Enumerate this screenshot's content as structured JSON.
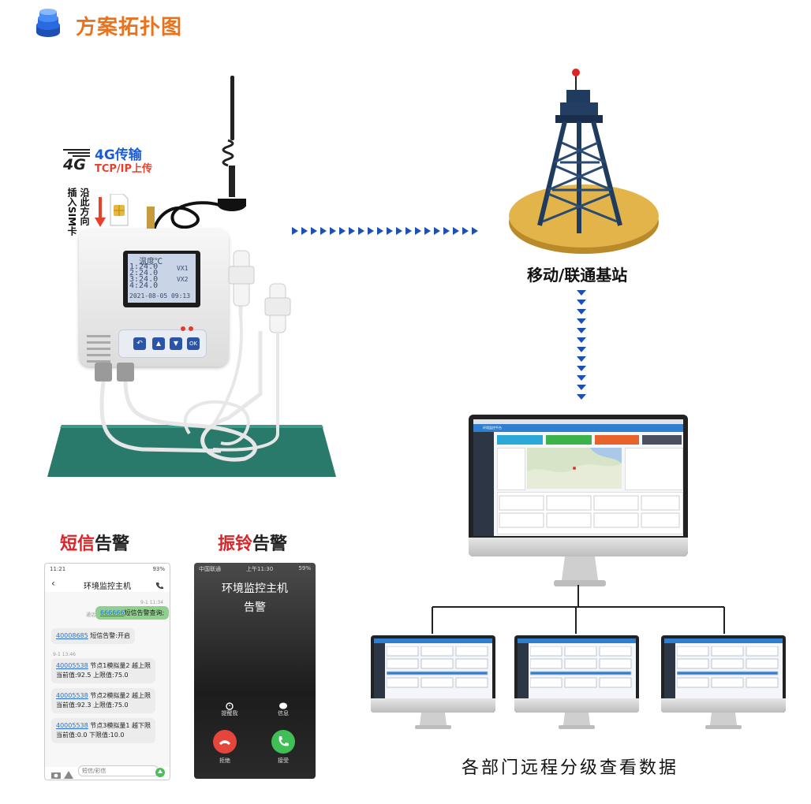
{
  "header": {
    "title": "方案拓扑图",
    "icon": "database-stack-icon"
  },
  "device": {
    "net_badge": "4G",
    "transport_title": "4G传输",
    "transport_sub": "TCP/IP上传",
    "sim_hint_a": "沿此方向",
    "sim_hint_b": "插入SIM卡",
    "lcd": {
      "header": "温度℃",
      "rows": [
        "1:24.0",
        "2:24.0",
        "3:24.0",
        "4:24.0"
      ],
      "vx1": "VX1",
      "vx2": "VX2",
      "datetime": "2021-08-05 09:13"
    },
    "buttons": [
      "↶",
      "▲",
      "▼",
      "OK"
    ]
  },
  "station": {
    "label": "移动/联通基站"
  },
  "monitor": {
    "app_title": "环境监控平台",
    "status_colors": [
      "#2aa8d8",
      "#3cb34a",
      "#e8632b",
      "#4a5060"
    ]
  },
  "sms_alarm": {
    "title_red": "短信",
    "title_dark": "告警",
    "status_time": "11:21",
    "status_battery": "93%",
    "contact": "环境监控主机",
    "sent_time": "9-1 11:34",
    "sent_link": "666666",
    "sent_text": "短信告警查询;",
    "sent_prefix": "通话",
    "reply1_link": "40008685",
    "reply1_text": "短信告警:开启",
    "group_time": "9-1 13:46",
    "alerts": [
      {
        "link": "40005538",
        "line1": "节点1模拟量2 越上限",
        "line2": "当前值:92.5 上限值:75.0"
      },
      {
        "link": "40005538",
        "line1": "节点2模拟量2 越上限",
        "line2": "当前值:92.3 上限值:75.0"
      },
      {
        "link": "40005538",
        "line1": "节点3模拟量1 越下限",
        "line2": "当前值:0.0 下限值:10.0"
      }
    ],
    "input_placeholder": "短信/彩信"
  },
  "call_alarm": {
    "title_red": "振铃",
    "title_dark": "告警",
    "carrier": "中国联通",
    "time": "上午11:30",
    "battery": "59%",
    "caller": "环境监控主机",
    "subtitle": "告警",
    "remind": "提醒我",
    "message": "信息",
    "decline": "拒绝",
    "accept": "接受"
  },
  "footer": {
    "label": "各部门远程分级查看数据"
  }
}
